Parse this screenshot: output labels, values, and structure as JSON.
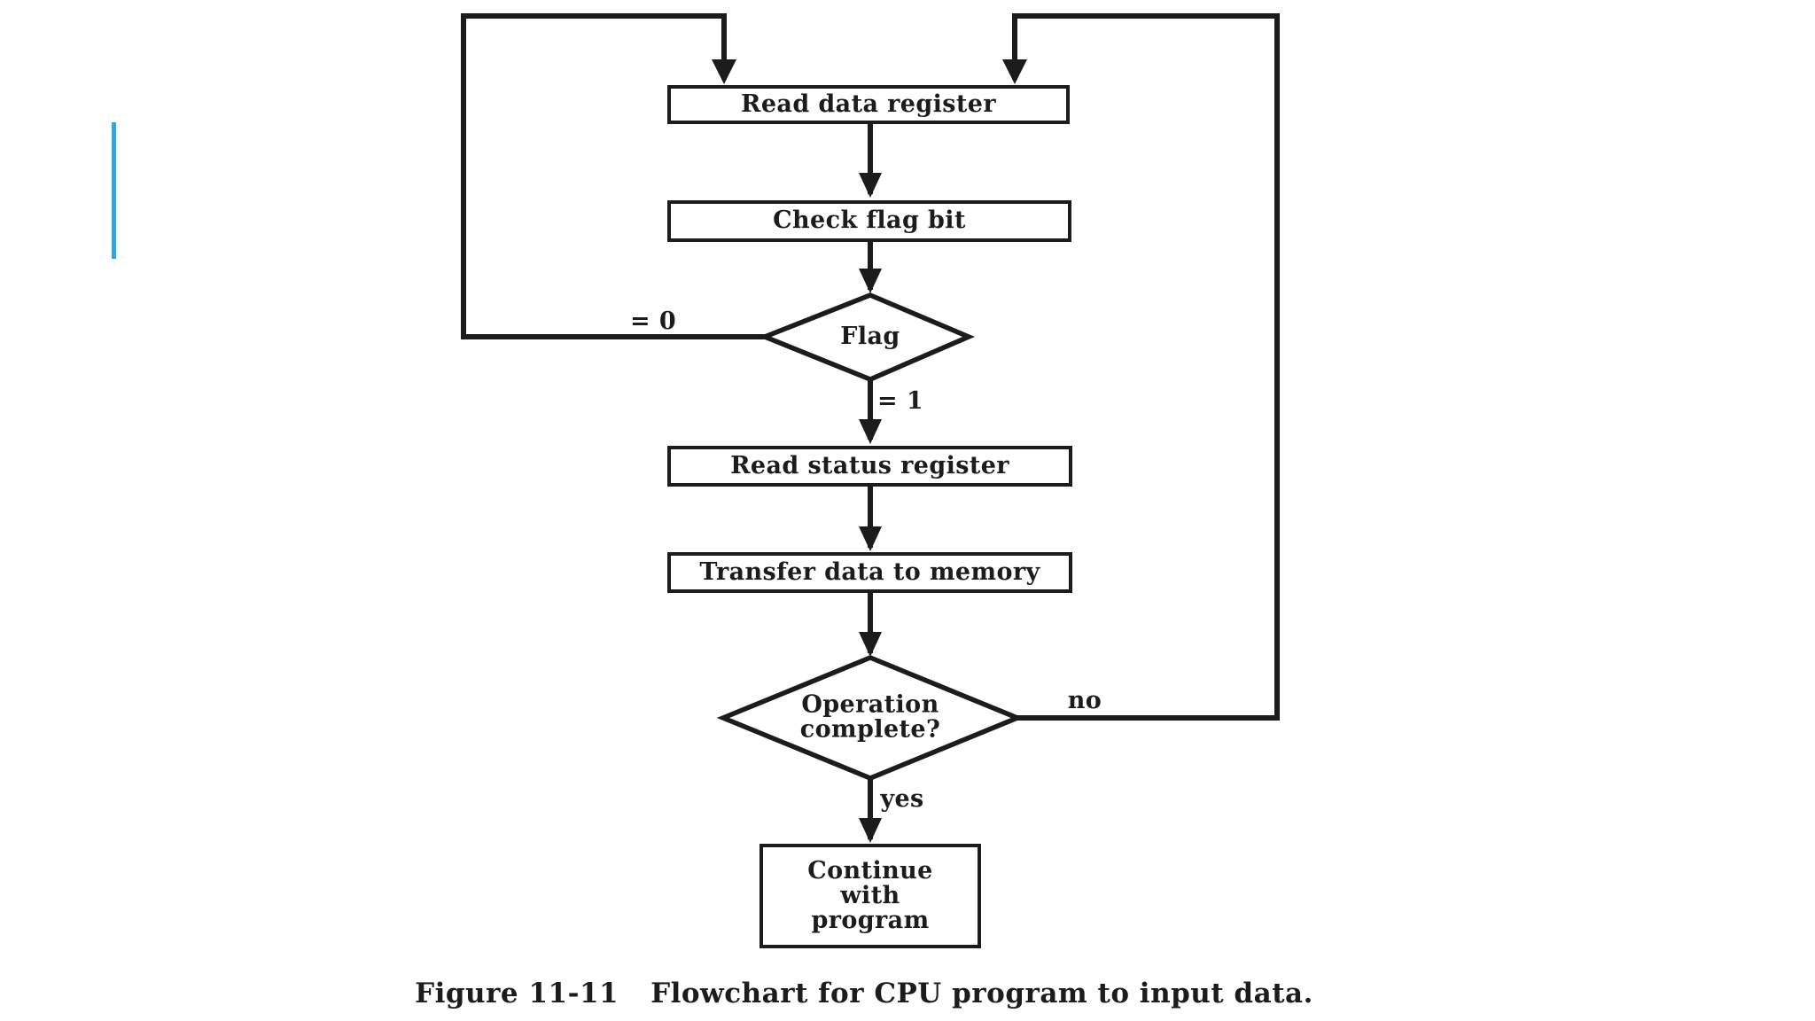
{
  "figure": {
    "type": "flowchart",
    "caption": {
      "label": "Figure 11-11",
      "text": "Flowchart for CPU program to input data."
    },
    "colors": {
      "ink": "#1c1c1c",
      "box_fill": "#ffffff",
      "background": "#ffffff",
      "highlight_line": "#2fa6dd"
    },
    "nodes": [
      {
        "id": "read-data-register",
        "shape": "rectangle",
        "label": "Read data register"
      },
      {
        "id": "check-flag-bit",
        "shape": "rectangle",
        "label": "Check flag bit"
      },
      {
        "id": "flag-decision",
        "shape": "diamond",
        "label": "Flag"
      },
      {
        "id": "read-status-register",
        "shape": "rectangle",
        "label": "Read status register"
      },
      {
        "id": "transfer-data-to-memory",
        "shape": "rectangle",
        "label": "Transfer data to memory"
      },
      {
        "id": "operation-complete-decision",
        "shape": "diamond",
        "lines": [
          "Operation",
          "complete?"
        ]
      },
      {
        "id": "continue-with-program",
        "shape": "rectangle",
        "lines": [
          "Continue",
          "with",
          "program"
        ]
      }
    ],
    "edge_labels": {
      "flag_zero": "= 0",
      "flag_one": "= 1",
      "no": "no",
      "yes": "yes"
    }
  }
}
